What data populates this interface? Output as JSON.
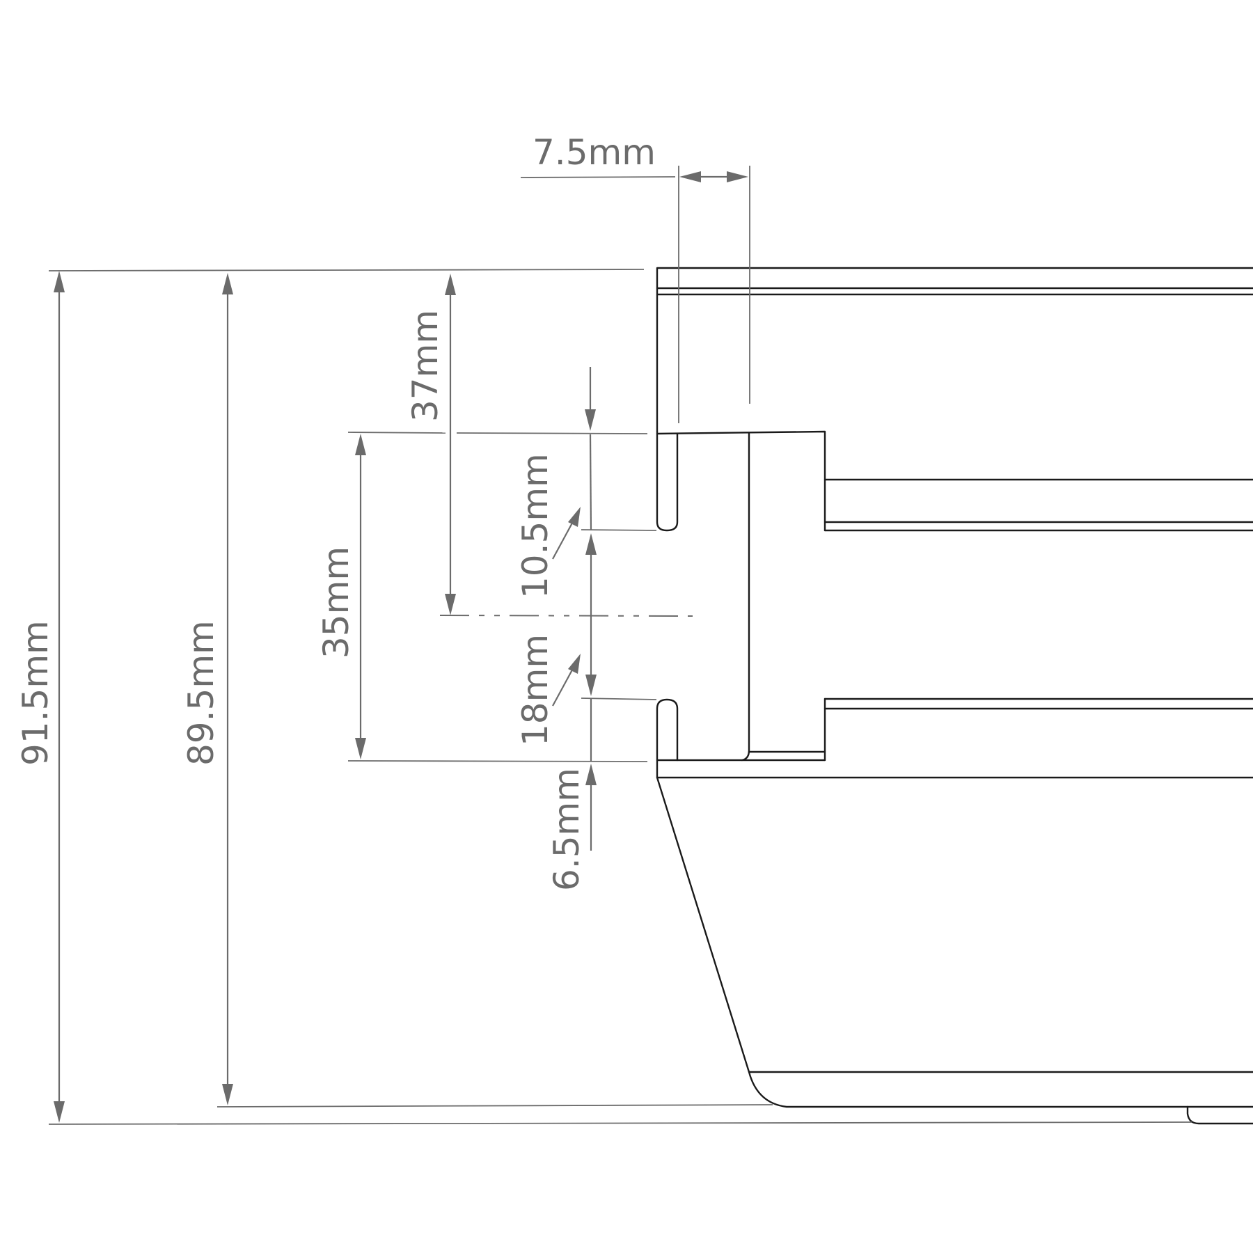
{
  "colors": {
    "background": "#ffffff",
    "object_line": "#1a1a1a",
    "dimension_line": "#6b6b6b"
  },
  "dimensions": {
    "top_width": "7.5mm",
    "upper_offset": "37mm",
    "slot_height": "35mm",
    "upper_gap": "10.5mm",
    "lower_gap": "18mm",
    "base_offset": "6.5mm",
    "inner_height": "89.5mm",
    "overall_height": "91.5mm"
  }
}
